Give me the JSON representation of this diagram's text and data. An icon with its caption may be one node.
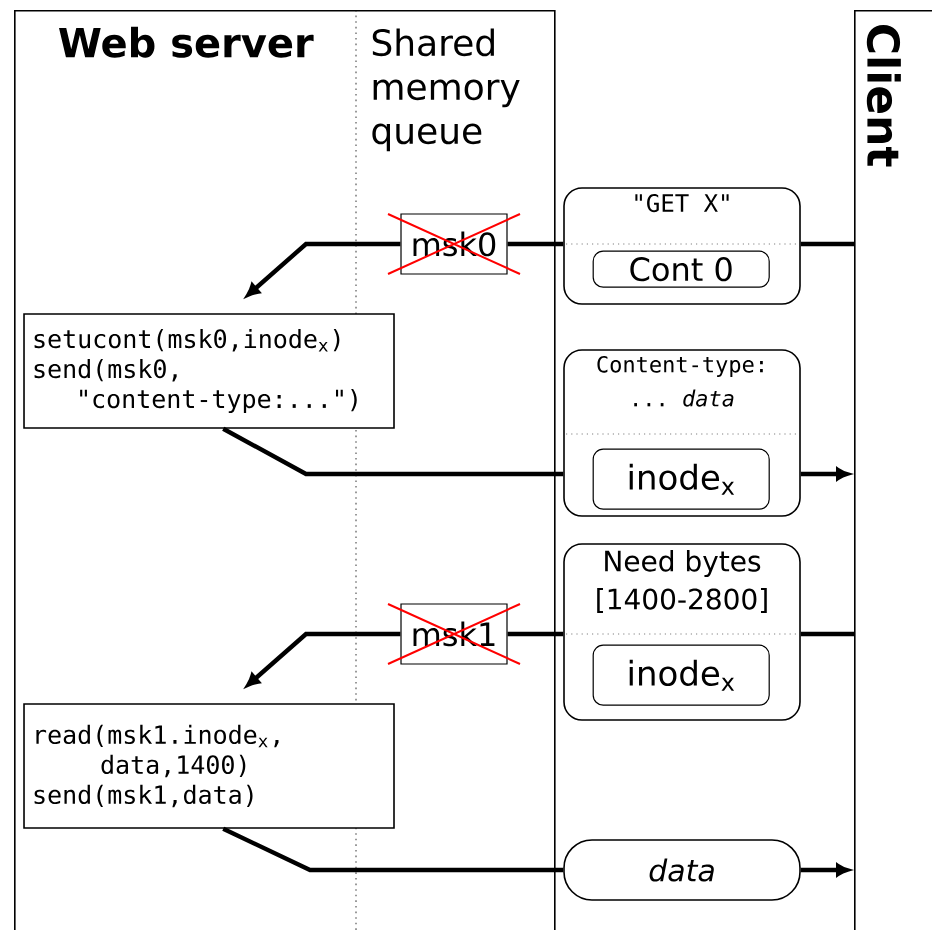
{
  "diagram": {
    "nodes": [
      {
        "text": [
          "Web server"
        ]
      },
      {
        "text": [
          "Client"
        ]
      },
      {
        "text": [
          "msk0"
        ],
        "in": 0
      },
      {
        "text": [
          "\"GET X\""
        ]
      },
      {
        "text": [
          "Cont 0"
        ],
        "in": 3
      },
      {
        "text": [
          "setucont(msk0,inode$_{x}$) send(msk0, \"content-type:...\")"
        ],
        "in": 0
      },
      {
        "text": [
          "Content-type: ... *data*"
        ]
      },
      {
        "text": [
          "inode$_{x}$"
        ],
        "in": 6
      },
      {
        "text": [
          "msk1"
        ],
        "in": 0
      },
      {
        "text": [
          "Need bytes [1400-2800]"
        ]
      },
      {
        "text": [
          "inode$_{x}$"
        ],
        "in": 9
      },
      {
        "text": [
          "read(msk1.inode$_{x}$, data,1400) send(msk1,data)"
        ],
        "in": 0
      },
      {
        "text": [
          "data"
        ]
      }
    ],
    "edges": [
      {
        "from": 1,
        "to": 3,
        "arrow": "none"
      },
      {
        "from": 3,
        "to": 2,
        "arrow": "none"
      },
      {
        "from": 2,
        "to": 5,
        "arrow": "to"
      },
      {
        "from": 5,
        "to": 6,
        "arrow": "none"
      },
      {
        "from": 6,
        "to": 1,
        "arrow": "to"
      },
      {
        "from": 1,
        "to": 9,
        "arrow": "none"
      },
      {
        "from": 9,
        "to": 8,
        "arrow": "none"
      },
      {
        "from": 8,
        "to": 11,
        "arrow": "to"
      },
      {
        "from": 11,
        "to": 12,
        "arrow": "none"
      },
      {
        "from": 12,
        "to": 1,
        "arrow": "to"
      }
    ],
    "labels": [
      "Shared memory queue"
    ]
  }
}
